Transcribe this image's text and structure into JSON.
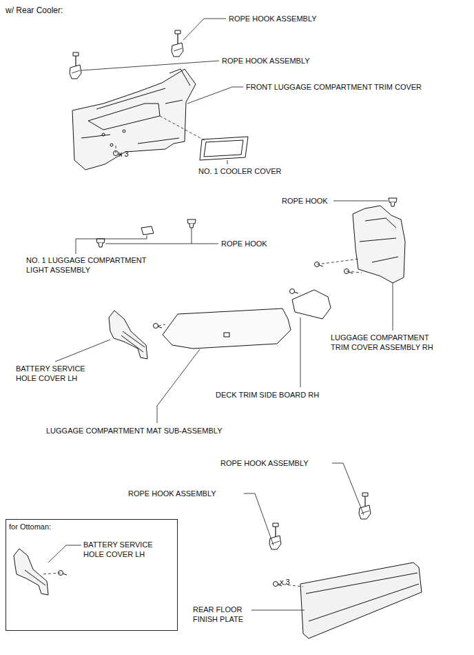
{
  "diagram": {
    "nodes": [
      {
        "text": [
          "for Ottoman:",
          "BATTERY SERVICE HOLE COVER LH"
        ]
      }
    ],
    "labels": [
      "w/ Rear Cooler:",
      "ROPE HOOK ASSEMBLY",
      "ROPE HOOK ASSEMBLY",
      "FRONT LUGGAGE COMPARTMENT TRIM COVER",
      "x 3",
      "NO. 1 COOLER COVER",
      "ROPE HOOK",
      "NO. 1 LUGGAGE COMPARTMENT LIGHT ASSEMBLY",
      "ROPE HOOK",
      "LUGGAGE COMPARTMENT TRIM COVER ASSEMBLY RH",
      "BATTERY SERVICE HOLE COVER LH",
      "DECK TRIM SIDE BOARD RH",
      "LUGGAGE COMPARTMENT MAT SUB-ASSEMBLY",
      "ROPE HOOK ASSEMBLY",
      "ROPE HOOK ASSEMBLY",
      "x 3",
      "REAR FLOOR FINISH PLATE"
    ]
  }
}
